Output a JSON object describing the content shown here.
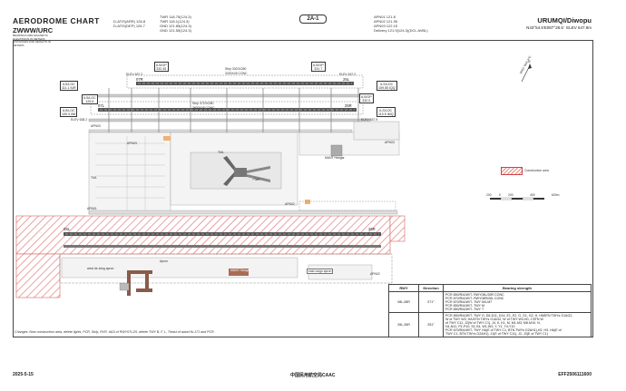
{
  "header": {
    "title": "AERODROME CHART",
    "icao": "ZWWW/URC",
    "note": "BEARINGS ARE MAGNETIC ELEVATIONS IN METERS DISTANCES AND HEIGHTS IN METERS",
    "freq_left": [
      "TWR 118.75(124.3)",
      "TWR 118.1(124.3)",
      "GND 121.85(124.3)",
      "GND 121.55(124.3)"
    ],
    "freq_mid": [
      "D-ATIS(ARR) 126.8",
      "D-ATIS(DEP) 126.7"
    ],
    "chart_no": "2A-1",
    "freq_right": [
      "APN01 121.8",
      "APN02 121.95",
      "APN03 122.15",
      "Delivery 121.9(124.3)(DCL AVBL)"
    ],
    "city": "URUMQI/Diwopu",
    "coords": "N43°54.5'E087°28.5'",
    "elev": "ELEV 647.9m"
  },
  "map": {
    "strip_top": "Strip 3320X280",
    "rwy_top_dims": "3200X45 CONC",
    "strip_bot": "Strip 3720X280",
    "rwy_bot_dims": "3600X45 CONC",
    "ils_07l": {
      "t": "ILS/GP",
      "f": "332.45"
    },
    "ils_25r_gp": {
      "t": "ILS/GP",
      "f": "331.7"
    },
    "ils_07l_loc": {
      "t": "ILS/LOC",
      "f": "111.1 IUR"
    },
    "ils_07l_loc2": {
      "t": "ILS/LOC",
      "f": "109.3 IWI"
    },
    "ils_07l_loc3": {
      "t": "ILS/LOC",
      "f": "129.6"
    },
    "ils_25r_loc": {
      "t": "ILS/LOC",
      "f": "109.55 IQQ"
    },
    "ils_25l_gp": {
      "t": "ILS/GP",
      "f": "332.0"
    },
    "ils_25l_loc": {
      "t": "ILS/LOC",
      "f": "110.5 IMQ"
    },
    "elev_637_2a": "ELEV 637.2",
    "elev_637_2b": "ELEV 637.2",
    "elev_638_2": "ELEV 638.2",
    "elev_637_9": "ELEV 637.9",
    "rwy_07r": "07R",
    "rwy_25l_top": "25L",
    "rwy_07l": "07L",
    "rwy_25r": "25R",
    "rwy_08l": "08L",
    "rwy_26r": "26R",
    "apn03_a": "APN03",
    "apn03_b": "APN03",
    "apn03_c": "APN03",
    "apn01": "APN01",
    "apn02": "APN02",
    "apn02_b": "APN02",
    "tml": "TML",
    "tml2": "TML",
    "mant_hangar": "MANT Hangar",
    "east_cargo": "east cargo apron",
    "west_deicing": "west de-icing apron",
    "apron": "Apron",
    "mant_hangar2": "MANT Hangar",
    "tiaxi": "+Tai9",
    "north": "N",
    "mag_var": "MAG VAR 3°E"
  },
  "legend": {
    "construction": "Construction area",
    "scale_labels": [
      "200",
      "0",
      "200",
      "400",
      "600m"
    ]
  },
  "bearing_table": {
    "headers": [
      "RWY",
      "Direction",
      "Bearing strength"
    ],
    "rows": [
      {
        "rwy": "08L,08R",
        "dir": "071°",
        "lines": [
          "PCR 850/R/A/W/T- RWY08L/26R CONC",
          "PCR 870/R/A/W/T- RWY08R/26L CONC",
          "PCR 870/R/A/W/T- TWY M4-M7",
          "PCR 850/R/A/W/T- TWY M",
          "PCR 850/R/A/W/T- TWY T"
        ]
      },
      {
        "rwy": "26L,26R",
        "dir": "251°",
        "lines": [
          "PCR 850/R/A/W/T- TWY G, D8-D11, D14, E1, E2, G, G1, G2, H, HNBTN TWYs G1&G2,",
          "W of TWY W3, HA BTN TWYs G1&G2, W of TWY W3,H0, J BTN W",
          "of TWY C11, J2(W of TWY C1), J4, K, K1, M, M1-M3, M8-M10, N,",
          "N1-N12, P1-P10, S1-S4, W1-W3, Y, Y1, Y4-Y10",
          "PCR 670/R/A/W/T- TWY HA(E of TWY C1, BTN TWYs G2&H1),H2, H3, HA(E of",
          "TWY C1, BTN TWYs G2&H1), J1(E of TWY C11), J2, J3(E of TWY C1)"
        ]
      }
    ]
  },
  "changes": "Changes: New construction area, delete lights, PCR, Strip, RVR, IADI of RWY07L/25, delete TWY B, F, L,  Tleast of stand Nr.171 and PCR.",
  "footer": {
    "date": "2025-5-15",
    "publisher": "中国民用航空局CAAC",
    "code": "EFF2506111600"
  }
}
